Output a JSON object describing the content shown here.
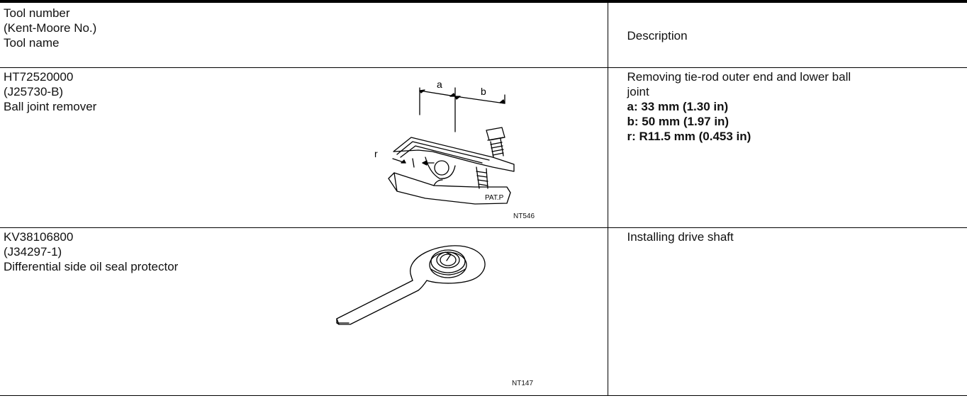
{
  "header": {
    "tool_lines": [
      "Tool number",
      "(Kent-Moore No.)",
      "Tool name"
    ],
    "description": "Description"
  },
  "rows": [
    {
      "tool_number": "HT72520000",
      "kent_moore": "(J25730-B)",
      "tool_name": "Ball joint remover",
      "figure_code": "NT546",
      "figure_labels": {
        "a": "a",
        "b": "b",
        "r": "r",
        "stamp": "PAT.P"
      },
      "description_lines": [
        "Removing tie-rod outer end and lower ball",
        "joint"
      ],
      "specs": [
        "a: 33 mm (1.30 in)",
        "b: 50 mm (1.97 in)",
        "r: R11.5 mm (0.453 in)"
      ]
    },
    {
      "tool_number": "KV38106800",
      "kent_moore": "(J34297-1)",
      "tool_name": "Differential side oil seal protector",
      "figure_code": "NT147",
      "description_lines": [
        "Installing drive shaft"
      ]
    }
  ]
}
